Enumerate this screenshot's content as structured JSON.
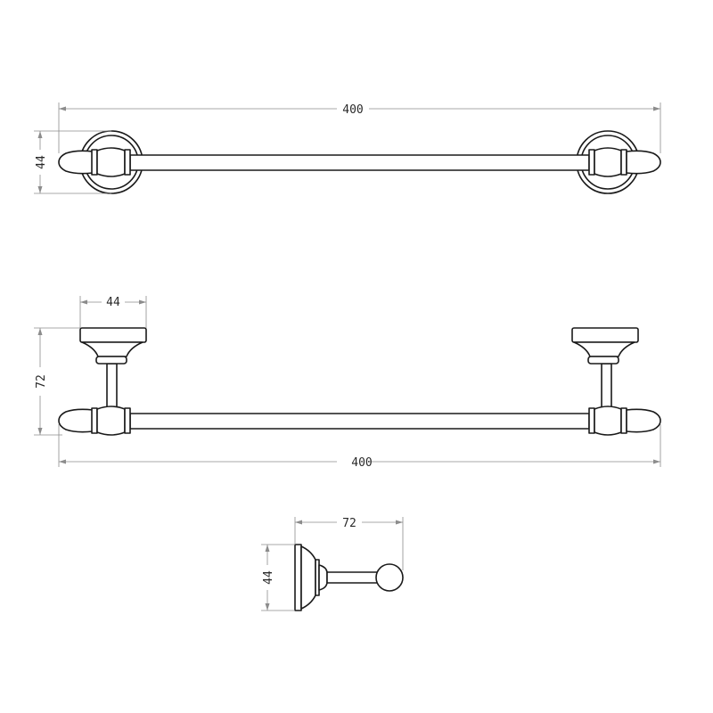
{
  "views": {
    "front": {
      "width_dim": "400",
      "height_dim": "44"
    },
    "top": {
      "base_dim": "44",
      "depth_dim": "72",
      "width_dim": "400"
    },
    "side": {
      "depth_dim": "72",
      "height_dim": "44"
    }
  },
  "colors": {
    "outline": "#1a1a1a",
    "dimension_line": "#8c8c8c",
    "background": "#ffffff"
  }
}
